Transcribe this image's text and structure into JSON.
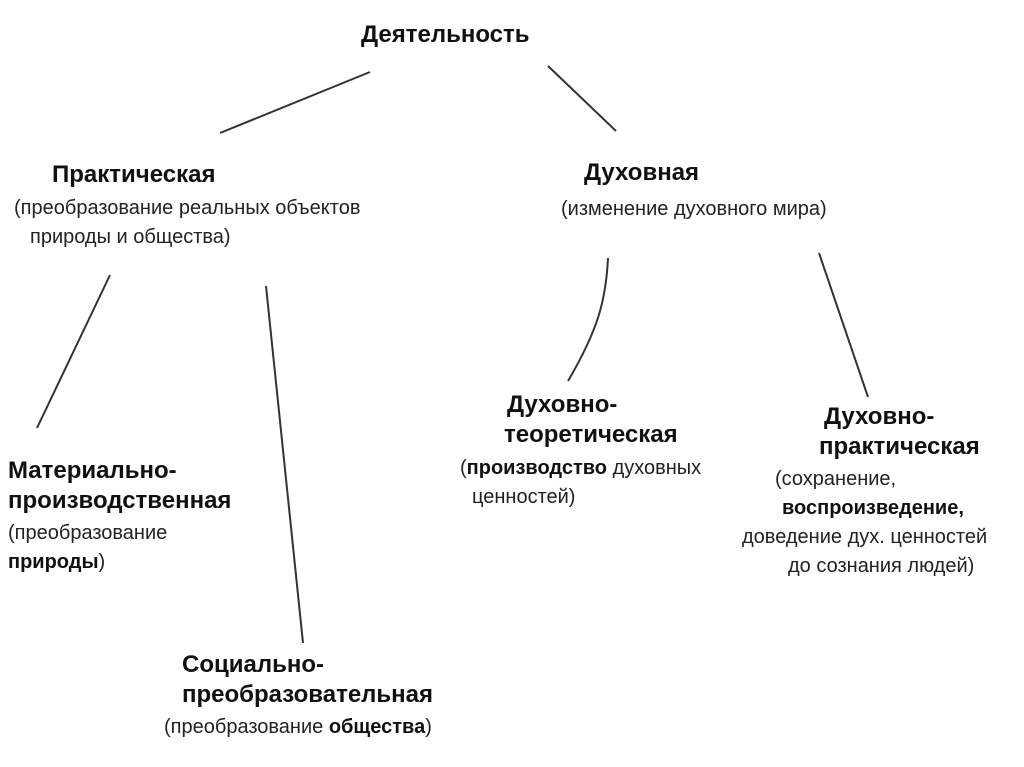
{
  "root": {
    "title": "Деятельность"
  },
  "practical": {
    "title": "Практическая",
    "desc_line1": "(преобразование реальных объектов",
    "desc_line2": "природы и общества)"
  },
  "spiritual": {
    "title": "Духовная",
    "desc": "(изменение духовного мира)"
  },
  "material": {
    "title_line1": "Материально-",
    "title_line2": "производственная",
    "desc_line1": "(преобразование",
    "desc_line2_bold": "природы",
    "desc_line2_rest": ")"
  },
  "social": {
    "title_line1": "Социально-",
    "title_line2": "преобразовательная",
    "desc_open": "(преобразование ",
    "desc_bold": "общества",
    "desc_close": ")"
  },
  "theoretical": {
    "title_line1": "Духовно-",
    "title_line2": "теоретическая",
    "desc_open": "(",
    "desc_bold": "производство",
    "desc_rest": " духовных",
    "desc_line2": "ценностей)"
  },
  "practical_spiritual": {
    "title_line1": "Духовно-",
    "title_line2": "практическая",
    "desc_line1": "(сохранение,",
    "desc_bold": "воспроизведение",
    "desc_bold_tail": ",",
    "desc_line3": "доведение дух. ценностей",
    "desc_line4": "до сознания людей)"
  }
}
